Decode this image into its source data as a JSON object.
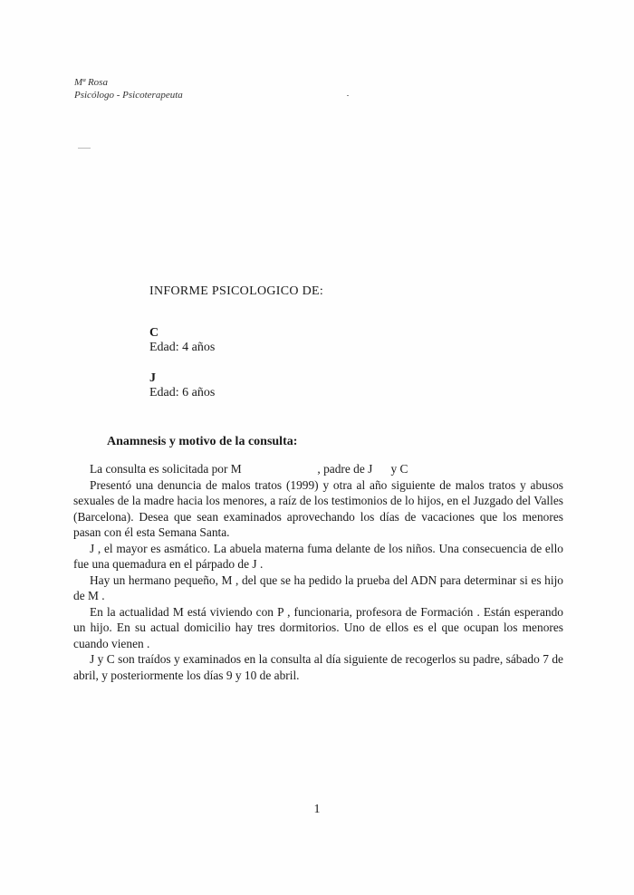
{
  "letterhead": {
    "name": "Mª Rosa",
    "profession": "Psicólogo - Psicoterapeuta"
  },
  "report": {
    "title": "INFORME  PSICOLOGICO  DE:",
    "children": [
      {
        "initial": "C",
        "age": "Edad:  4 años"
      },
      {
        "initial": "J",
        "age": "Edad:  6 años"
      }
    ]
  },
  "section": {
    "heading": "Anamnesis y motivo de la consulta:",
    "paragraphs": [
      "La consulta es solicitada por M                         , padre de J      y C",
      "Presentó una denuncia de malos tratos (1999) y otra al año siguiente de malos tratos y abusos sexuales de la madre hacia los menores, a raíz de los testimonios de lo hijos, en el Juzgado                                  del Valles (Barcelona). Desea que sean examinados aprovechando los días de vacaciones que los menores pasan con él esta Semana Santa.",
      "J      , el mayor es asmático. La abuela materna fuma delante de los niños. Una consecuencia de ello fue una quemadura en el párpado de J     .",
      "Hay un hermano pequeño, M        , del que se ha pedido la prueba del ADN para determinar si es hijo de M                      .",
      "En la actualidad M                             está viviendo con P                               , funcionaria, profesora de Formación                                                  . Están esperando un hijo. En su actual domicilio hay tres dormitorios. Uno de ellos es el que ocupan los menores cuando vienen             .",
      "J      y C           son traídos y examinados en la consulta al día siguiente de recogerlos su padre, sábado 7 de abril, y posteriormente los días 9 y 10 de abril."
    ]
  },
  "footer": {
    "page_number": "1"
  }
}
